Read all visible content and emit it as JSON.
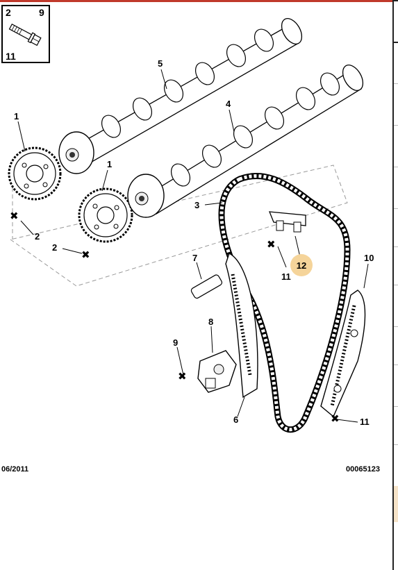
{
  "colors": {
    "top_bar": "#c0392b",
    "highlight": "#f5d49a"
  },
  "inset": {
    "labels": [
      "2",
      "9",
      "11"
    ]
  },
  "callouts": {
    "c1a": "1",
    "c1b": "1",
    "c2a": "2",
    "c2b": "2",
    "c3": "3",
    "c4": "4",
    "c5": "5",
    "c6": "6",
    "c7": "7",
    "c8": "8",
    "c9": "9",
    "c10": "10",
    "c11a": "11",
    "c11b": "11",
    "c12": "12"
  },
  "footer": {
    "date": "06/2011",
    "code": "00065123"
  }
}
